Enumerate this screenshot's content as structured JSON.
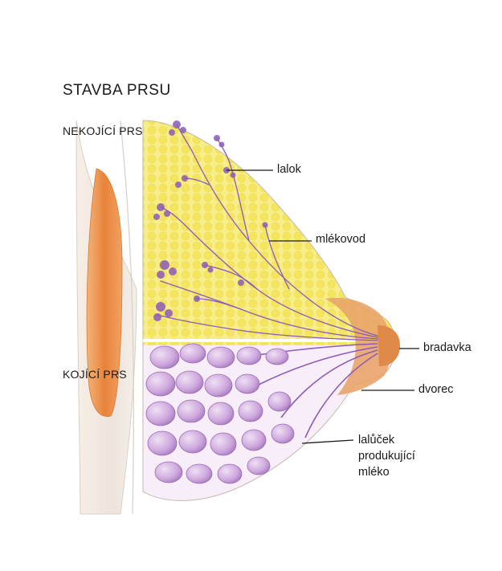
{
  "title": "STAVBA PRSU",
  "sections": {
    "non_lactating": "NEKOJÍCÍ PRS",
    "lactating": "KOJÍCÍ PRS"
  },
  "labels": {
    "lobe": "lalok",
    "milk_duct": "mlékovod",
    "nipple": "bradavka",
    "areola": "dvorec",
    "lobule_line1": "lalůček",
    "lobule_line2": "produkující",
    "lobule_line3": "mléko"
  },
  "colors": {
    "fat_tissue": "#f3e66a",
    "ducts": "#8b5bb8",
    "lobules": "#c9a2d6",
    "muscle": "#e8833a",
    "areola_skin": "#e9a46a"
  }
}
